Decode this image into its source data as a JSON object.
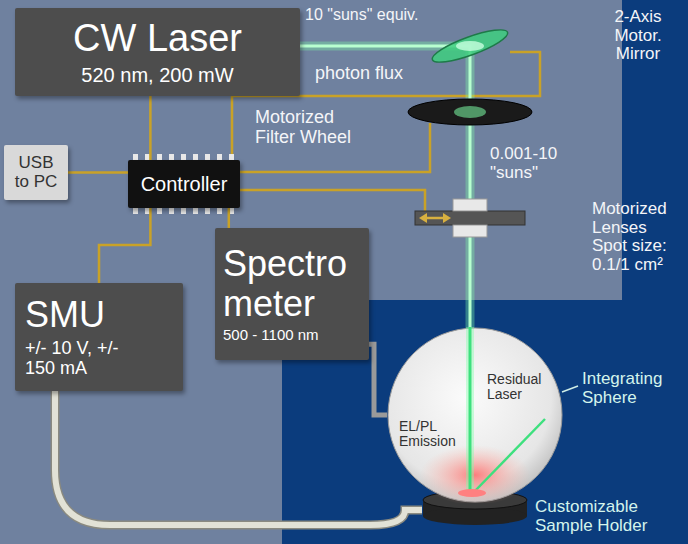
{
  "diagram": {
    "nodes": [
      {
        "text": [
          "CW Laser",
          "520 nm, 200 mW"
        ]
      },
      {
        "text": [
          "USB to PC"
        ]
      },
      {
        "text": [
          "Controller"
        ]
      },
      {
        "text": [
          "SMU",
          "+/- 10 V, +/- 150 mA"
        ]
      },
      {
        "text": [
          "Spectro meter",
          "500 - 1100 nm"
        ]
      },
      {
        "text": [
          "Residual Laser",
          "EL/PL Emission"
        ]
      }
    ],
    "edges": [
      {
        "from": 2,
        "to": 0,
        "arrow": "none"
      },
      {
        "from": 1,
        "to": 2,
        "arrow": "none"
      },
      {
        "from": 2,
        "to": 3,
        "arrow": "none"
      },
      {
        "from": 2,
        "to": 4,
        "arrow": "none"
      },
      {
        "from": 4,
        "to": 5,
        "arrow": "none"
      }
    ],
    "labels": [
      "10 \"suns\" equiv.",
      "photon flux",
      "2-Axis Motor. Mirror",
      "Motorized Filter Wheel",
      "0.001-10 \"suns\"",
      "Motorized Lenses Spot size: 0.1/1 cm²",
      "Integrating Sphere",
      "Customizable Sample Holder"
    ]
  }
}
